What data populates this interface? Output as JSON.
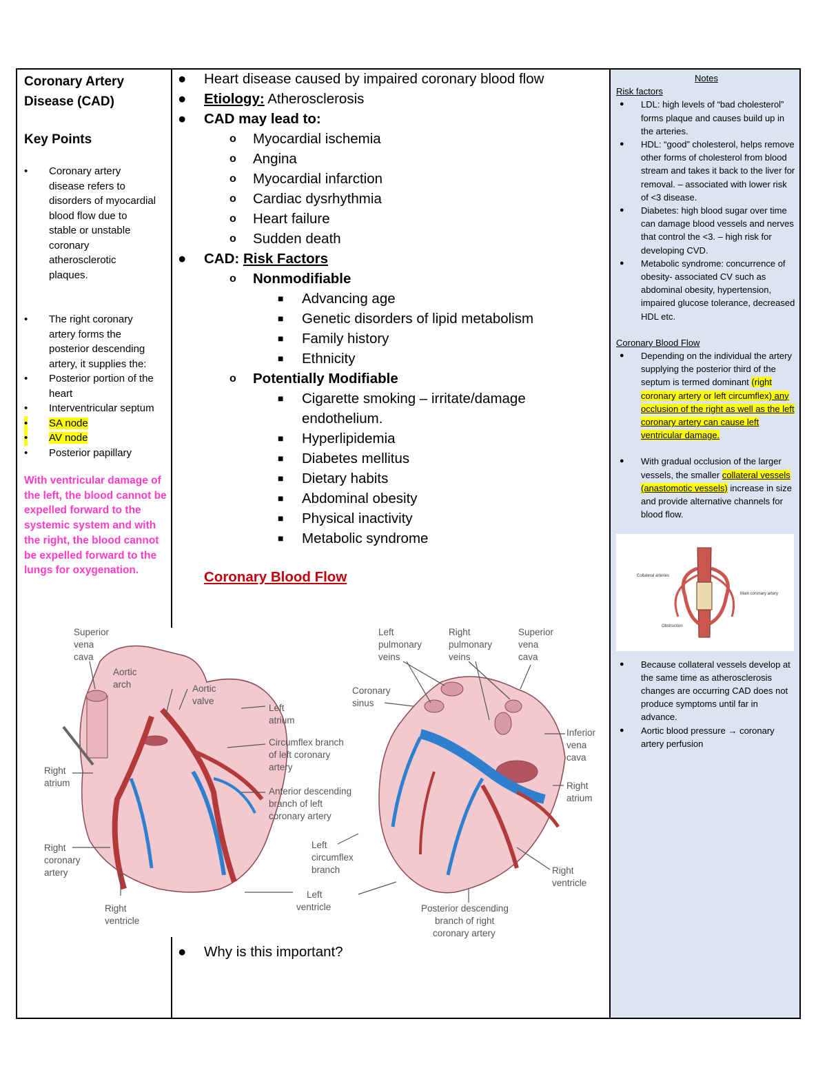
{
  "left": {
    "title_line1": "Coronary Artery",
    "title_line2": "Disease (CAD)",
    "key_points": "Key Points",
    "bullet1_lines": [
      "Coronary artery",
      "disease refers to",
      "disorders of myocardial",
      "blood flow due to",
      "stable or unstable",
      "coronary",
      "atherosclerotic",
      "plaques."
    ],
    "bullet2_lines": [
      "The right coronary",
      "artery forms the",
      "posterior descending",
      "artery, it supplies the:"
    ],
    "supplies": [
      "Posterior portion of the",
      "heart",
      "Interventricular septum",
      "SA node",
      "AV node",
      "Posterior papillary"
    ],
    "pink_note": "With ventricular damage of the left, the blood cannot be expelled forward to the systemic system and with the right, the blood cannot be expelled forward to the lungs for oxygenation."
  },
  "middle": {
    "l1": "Heart disease caused by impaired coronary blood flow",
    "etiology_label": "Etiology:",
    "etiology_value": " Atherosclerosis",
    "lead_to": "CAD may lead to:",
    "consequences": [
      "Myocardial ischemia",
      "Angina",
      "Myocardial infarction",
      "Cardiac dysrhythmia",
      "Heart failure",
      "Sudden death"
    ],
    "risk_prefix": "CAD: ",
    "risk_label": "Risk Factors",
    "nonmod": "Nonmodifiable",
    "nonmod_items": [
      "Advancing age",
      "Genetic disorders of lipid metabolism",
      "Family history",
      "Ethnicity"
    ],
    "potmod": "Potentially Modifiable",
    "smoking_line1": "Cigarette smoking – irritate/damage",
    "smoking_line2": "endothelium.",
    "mod_items": [
      "Hyperlipidemia",
      "Diabetes mellitus",
      "Dietary habits",
      "Abdominal obesity",
      "Physical inactivity",
      "Metabolic syndrome"
    ],
    "coronary_blood_flow": "Coronary Blood Flow",
    "why": "Why is this important?"
  },
  "figure": {
    "ant_labels": [
      "Superior",
      "vena",
      "cava",
      "Aortic",
      "arch",
      "Aortic",
      "valve",
      "Left",
      "atrium",
      "Circumflex branch",
      "of left coronary",
      "artery",
      "Anterior descending",
      "branch of left",
      "coronary artery",
      "Right",
      "atrium",
      "Right",
      "coronary",
      "artery",
      "Right",
      "ventricle",
      "Left",
      "ventricle"
    ],
    "post_labels": [
      "Left",
      "pulmonary",
      "veins",
      "Right",
      "pulmonary",
      "veins",
      "Superior",
      "vena",
      "cava",
      "Coronary",
      "sinus",
      "Inferior",
      "vena",
      "cava",
      "Right",
      "atrium",
      "Left",
      "circumflex",
      "branch",
      "Right",
      "ventricle",
      "Posterior descending",
      "branch of right",
      "coronary artery"
    ],
    "collateral_labels": [
      "Collateral arteries",
      "Main coronary artery",
      "Obstruction"
    ]
  },
  "notes": {
    "heading": "Notes",
    "risk_heading": "Risk factors",
    "ldl": "LDL: high levels of “bad cholesterol” forms plaque and causes build up in the arteries.",
    "hdl": "HDL: “good” cholesterol, helps remove other forms of cholesterol from blood stream and takes it back to the liver for removal. – associated with lower risk of <3 disease.",
    "diabetes": "Diabetes: high blood sugar over time can damage blood vessels and nerves that control the <3. – high risk for developing CVD.",
    "metabolic": "Metabolic syndrome:  concurrence of obesity- associated CV such as abdominal obesity, hypertension, impaired glucose tolerance, decreased HDL etc.",
    "cbf_heading": "Coronary Blood Flow",
    "dominant_pre": "Depending on the individual the artery supplying the posterior third of the septum is termed dominant ",
    "dominant_hl": "(right coronary artery or left circumflex)",
    "dominant_ul": " any occlusion of the right as well as the left coronary artery can cause left ventricular damage.",
    "gradual_pre": "With gradual occlusion of the larger vessels, the smaller ",
    "gradual_hl": "collateral vessels (anastomotic vessels)",
    "gradual_post": " increase in size and provide alternative channels for blood flow.",
    "because": "Because collateral vessels develop at the same time as atherosclerosis changes are occurring CAD does not produce symptoms until far in advance.",
    "aortic_pre": "Aortic blood pressure ",
    "aortic_arrow": "→",
    "aortic_post": " coronary artery perfusion"
  },
  "colors": {
    "pink": "#ff3cc8",
    "red_heading": "#c0000c",
    "highlight": "#ffff00",
    "notes_bg": "#dce3f2"
  }
}
